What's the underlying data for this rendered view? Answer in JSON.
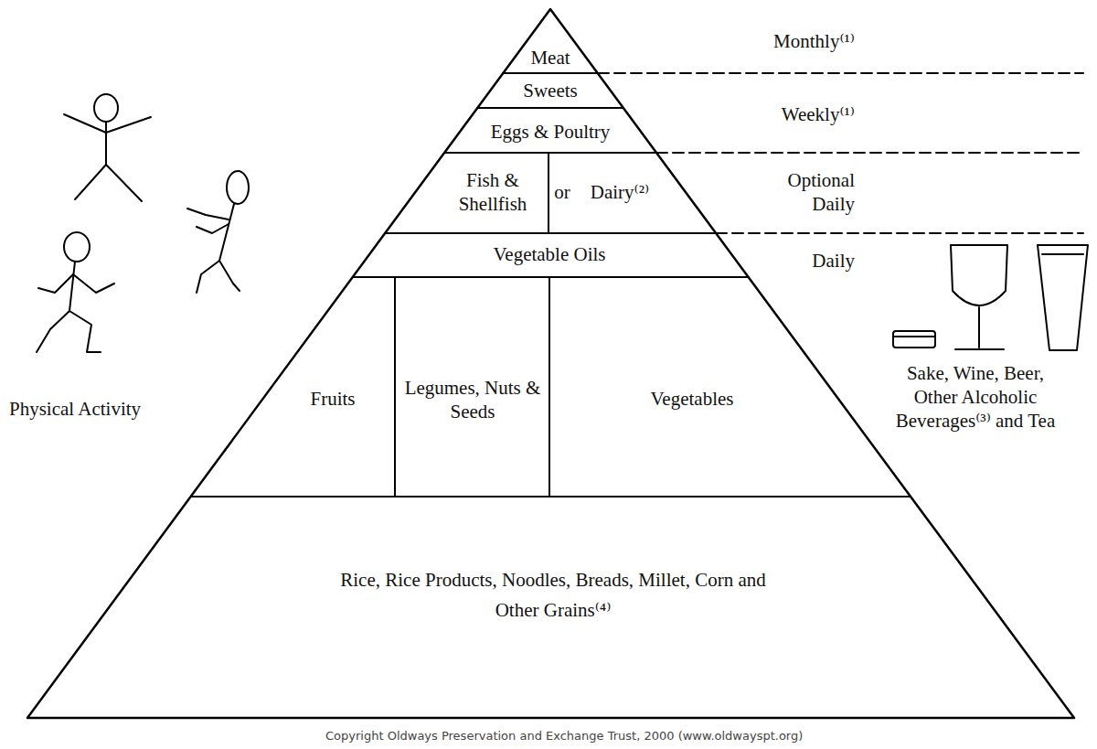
{
  "diagram": {
    "nodes": [
      {
        "text": [
          "Meat"
        ]
      },
      {
        "text": [
          "Sweets"
        ]
      },
      {
        "text": [
          "Eggs & Poultry"
        ]
      },
      {
        "text": [
          "Fish & Shellfish",
          "or",
          "Dairy⁽²⁾"
        ]
      },
      {
        "text": [
          "Vegetable Oils"
        ]
      },
      {
        "text": [
          "Fruits",
          "Legumes, Nuts & Seeds",
          "Vegetables"
        ]
      },
      {
        "text": [
          "Rice, Rice Products, Noodles, Breads, Millet, Corn and Other Grains⁽⁴⁾"
        ]
      }
    ],
    "labels": [
      "Monthly⁽¹⁾",
      "Weekly⁽¹⁾",
      "Optional Daily",
      "Daily",
      "Physical Activity",
      "Sake, Wine, Beer, Other Alcoholic Beverages⁽³⁾ and Tea",
      "Copyright Oldways Preservation and Exchange Trust, 2000 (www.oldwayspt.org)"
    ]
  }
}
